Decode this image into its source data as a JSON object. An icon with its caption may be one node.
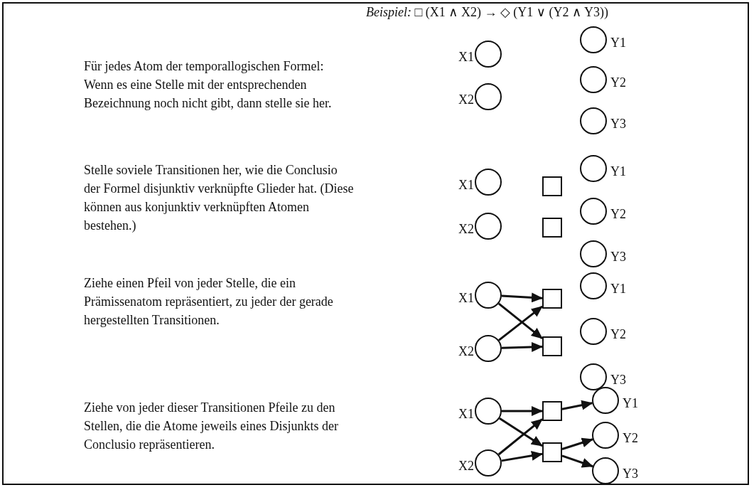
{
  "diagram": {
    "title": "*Beispiel:* □ (X1 ∧ X2) → ◇ (Y1 ∨ (Y2 ∧ Y3))",
    "nodes": [
      {
        "text": [],
        "shape": "circle",
        "beside": [
          "X1"
        ]
      },
      {
        "text": [],
        "shape": "circle",
        "beside": [
          "X2"
        ]
      },
      {
        "text": [],
        "shape": "circle",
        "beside": [
          "Y1"
        ]
      },
      {
        "text": [],
        "shape": "circle",
        "beside": [
          "Y2"
        ]
      },
      {
        "text": [],
        "shape": "circle",
        "beside": [
          "Y3"
        ]
      },
      {
        "text": [],
        "shape": "circle",
        "beside": [
          "X1"
        ]
      },
      {
        "text": [],
        "shape": "circle",
        "beside": [
          "X2"
        ]
      },
      {
        "text": [],
        "shape": "box"
      },
      {
        "text": [],
        "shape": "box"
      },
      {
        "text": [],
        "shape": "circle",
        "beside": [
          "Y1"
        ]
      },
      {
        "text": [],
        "shape": "circle",
        "beside": [
          "Y2"
        ]
      },
      {
        "text": [],
        "shape": "circle",
        "beside": [
          "Y3"
        ]
      },
      {
        "text": [],
        "shape": "circle",
        "beside": [
          "X1"
        ]
      },
      {
        "text": [],
        "shape": "circle",
        "beside": [
          "X2"
        ]
      },
      {
        "text": [],
        "shape": "box"
      },
      {
        "text": [],
        "shape": "box"
      },
      {
        "text": [],
        "shape": "circle",
        "beside": [
          "Y1"
        ]
      },
      {
        "text": [],
        "shape": "circle",
        "beside": [
          "Y2"
        ]
      },
      {
        "text": [],
        "shape": "circle",
        "beside": [
          "Y3"
        ]
      },
      {
        "text": [],
        "shape": "circle",
        "beside": [
          "X1"
        ]
      },
      {
        "text": [],
        "shape": "circle",
        "beside": [
          "X2"
        ]
      },
      {
        "text": [],
        "shape": "box"
      },
      {
        "text": [],
        "shape": "box"
      },
      {
        "text": [],
        "shape": "circle",
        "beside": [
          "Y1"
        ]
      },
      {
        "text": [],
        "shape": "circle",
        "beside": [
          "Y2"
        ]
      },
      {
        "text": [],
        "shape": "circle",
        "beside": [
          "Y3"
        ]
      }
    ],
    "edges": [
      {
        "from": 12,
        "to": 14,
        "arrow": "to"
      },
      {
        "from": 12,
        "to": 15,
        "arrow": "to"
      },
      {
        "from": 13,
        "to": 14,
        "arrow": "to"
      },
      {
        "from": 13,
        "to": 15,
        "arrow": "to"
      },
      {
        "from": 19,
        "to": 21,
        "arrow": "to"
      },
      {
        "from": 19,
        "to": 22,
        "arrow": "to"
      },
      {
        "from": 20,
        "to": 21,
        "arrow": "to"
      },
      {
        "from": 20,
        "to": 22,
        "arrow": "to"
      },
      {
        "from": 21,
        "to": 23,
        "arrow": "to"
      },
      {
        "from": 22,
        "to": 24,
        "arrow": "to"
      },
      {
        "from": 22,
        "to": 25,
        "arrow": "to"
      }
    ],
    "labels": [
      "Für jedes Atom der temporallogischen Formel: Wenn es eine Stelle mit der entsprechenden Bezeichnung noch nicht gibt, dann stelle sie her.",
      "Stelle soviele Transitionen her, wie die Conclusio der Formel disjunktiv verknüpfte Glieder hat. (Diese können aus konjunktiv verknüpften Atomen bestehen.)",
      "Ziehe einen Pfeil von jeder Stelle, die ein Prämissenatom repräsentiert, zu jeder der gerade hergestellten Transitionen.",
      "Ziehe von jeder dieser Transitionen Pfeile zu den Stellen, die die Atome jeweils eines Disjunkts der Conclusio repräsentieren."
    ]
  }
}
